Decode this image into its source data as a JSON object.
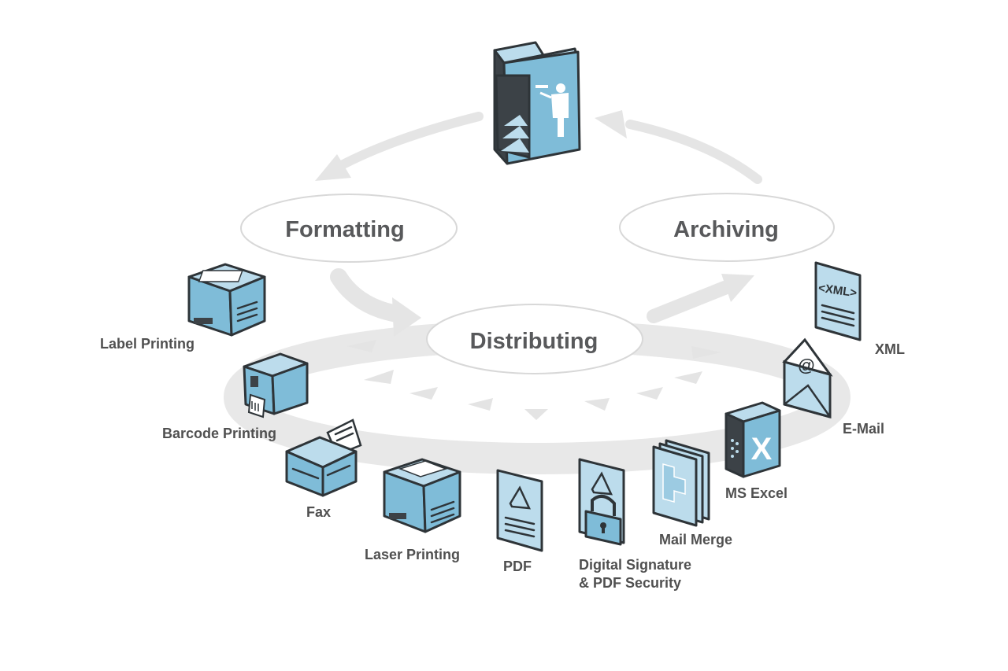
{
  "phases": {
    "formatting": "Formatting",
    "archiving": "Archiving",
    "distributing": "Distributing"
  },
  "outputs": {
    "label_printing": "Label Printing",
    "barcode_printing": "Barcode Printing",
    "fax": "Fax",
    "laser_printing": "Laser Printing",
    "pdf": "PDF",
    "digital_signature_line1": "Digital Signature",
    "digital_signature_line2": "& PDF Security",
    "mail_merge": "Mail Merge",
    "ms_excel": "MS Excel",
    "email": "E-Mail",
    "xml": "XML"
  },
  "icon_text": {
    "xml_tag": "<XML>",
    "email_at": "@",
    "excel_x": "X"
  },
  "colors": {
    "icon_blue": "#7fbcd8",
    "icon_light_blue": "#bcdcec",
    "outline": "#2e3438",
    "label_gray": "#505050",
    "arrow_gray": "#e6e6e6"
  }
}
